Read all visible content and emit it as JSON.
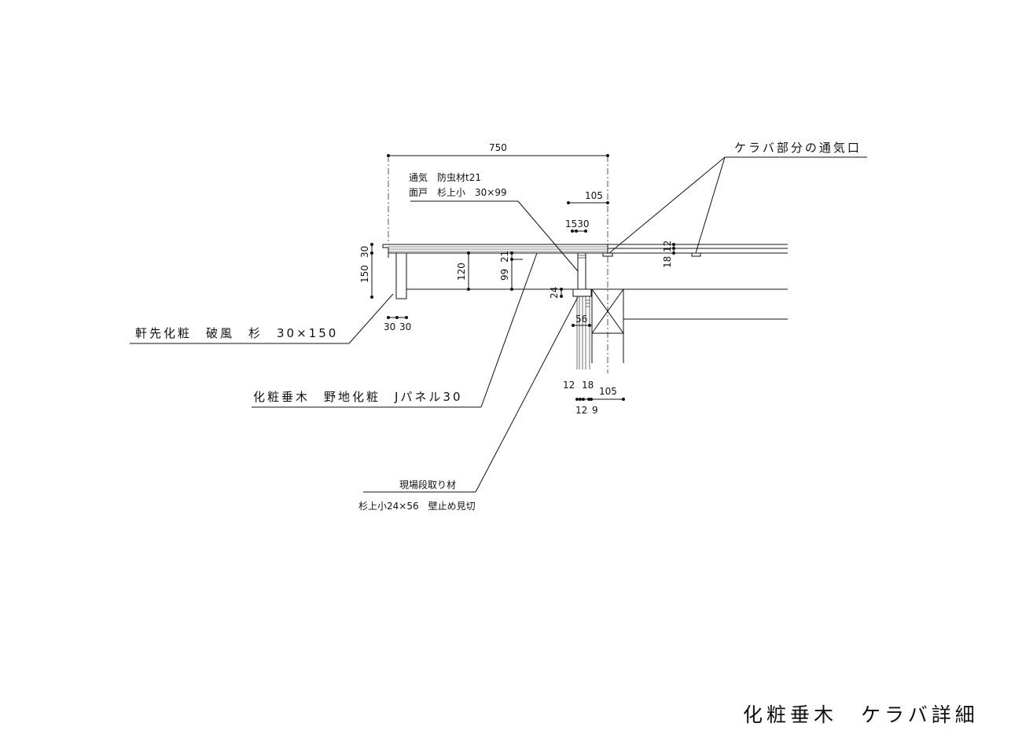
{
  "title": "化粧垂木　ケラバ詳細",
  "labels": {
    "vent": "ケラバ部分の通気口",
    "fascia": "軒先化粧　破風　杉　30×150",
    "rafter": "化粧垂木　野地化粧　Jパネル30",
    "step_material": "現場段取り材",
    "step_spec": "杉上小24×56　壁止め見切",
    "insect_screen": "通気　防虫材t21",
    "face_board": "面戸　杉上小　30×99"
  },
  "dimensions": {
    "d750": "750",
    "d105_top": "105",
    "d1530": "1530",
    "d30_left": "30",
    "d150": "150",
    "d120": "120",
    "d21": "21",
    "d99": "99",
    "d24": "24",
    "d18": "18",
    "d12_right": "12",
    "d30a": "30",
    "d30b": "30",
    "d56": "56",
    "d12a": "12",
    "d18b": "18",
    "d105_bottom": "105",
    "d12b": "12",
    "d9": "9"
  }
}
